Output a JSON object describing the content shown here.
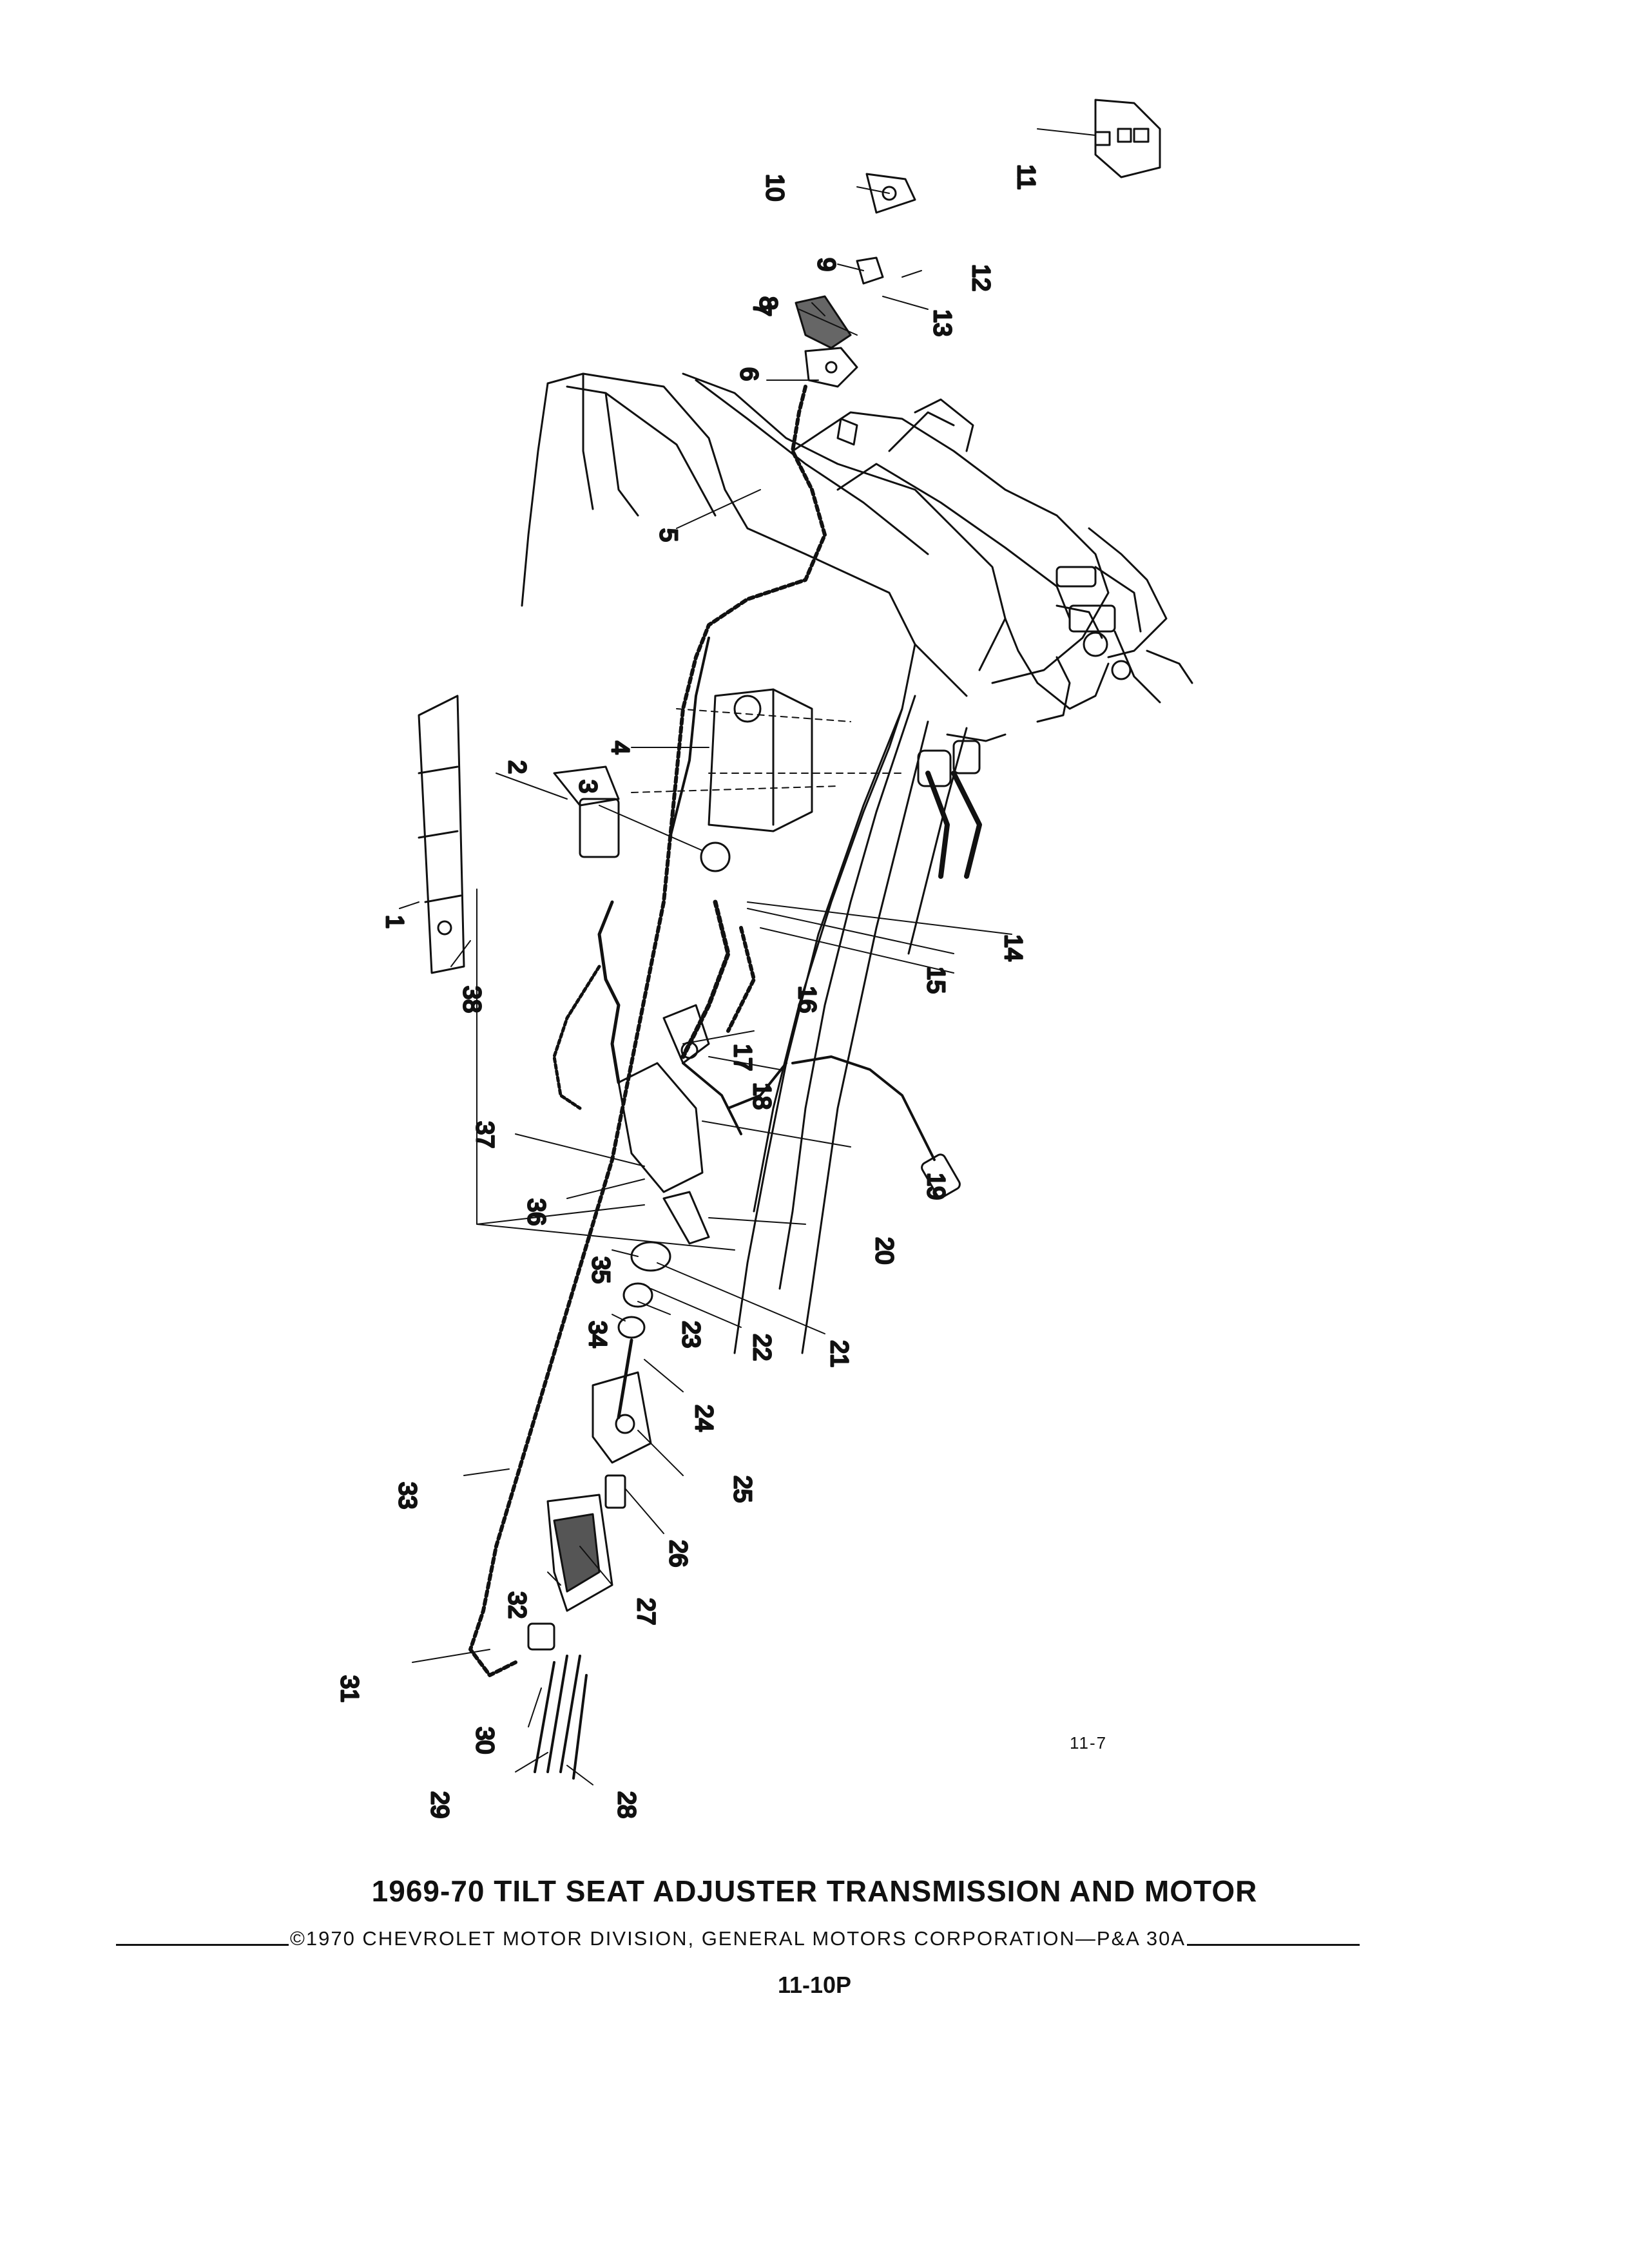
{
  "figure_id": "11-7",
  "title": "1969-70 TILT SEAT ADJUSTER TRANSMISSION AND MOTOR",
  "copyright": "©1970 CHEVROLET MOTOR DIVISION, GENERAL MOTORS CORPORATION—P&A 30A",
  "page_number": "11-10P",
  "callouts": [
    "1",
    "2",
    "3",
    "4",
    "5",
    "6",
    "7",
    "8",
    "9",
    "10",
    "11",
    "12",
    "13",
    "14",
    "15",
    "16",
    "17",
    "18",
    "19",
    "20",
    "21",
    "22",
    "23",
    "24",
    "25",
    "26",
    "27",
    "28",
    "29",
    "30",
    "31",
    "32",
    "33",
    "34",
    "35",
    "36",
    "37",
    "38"
  ]
}
